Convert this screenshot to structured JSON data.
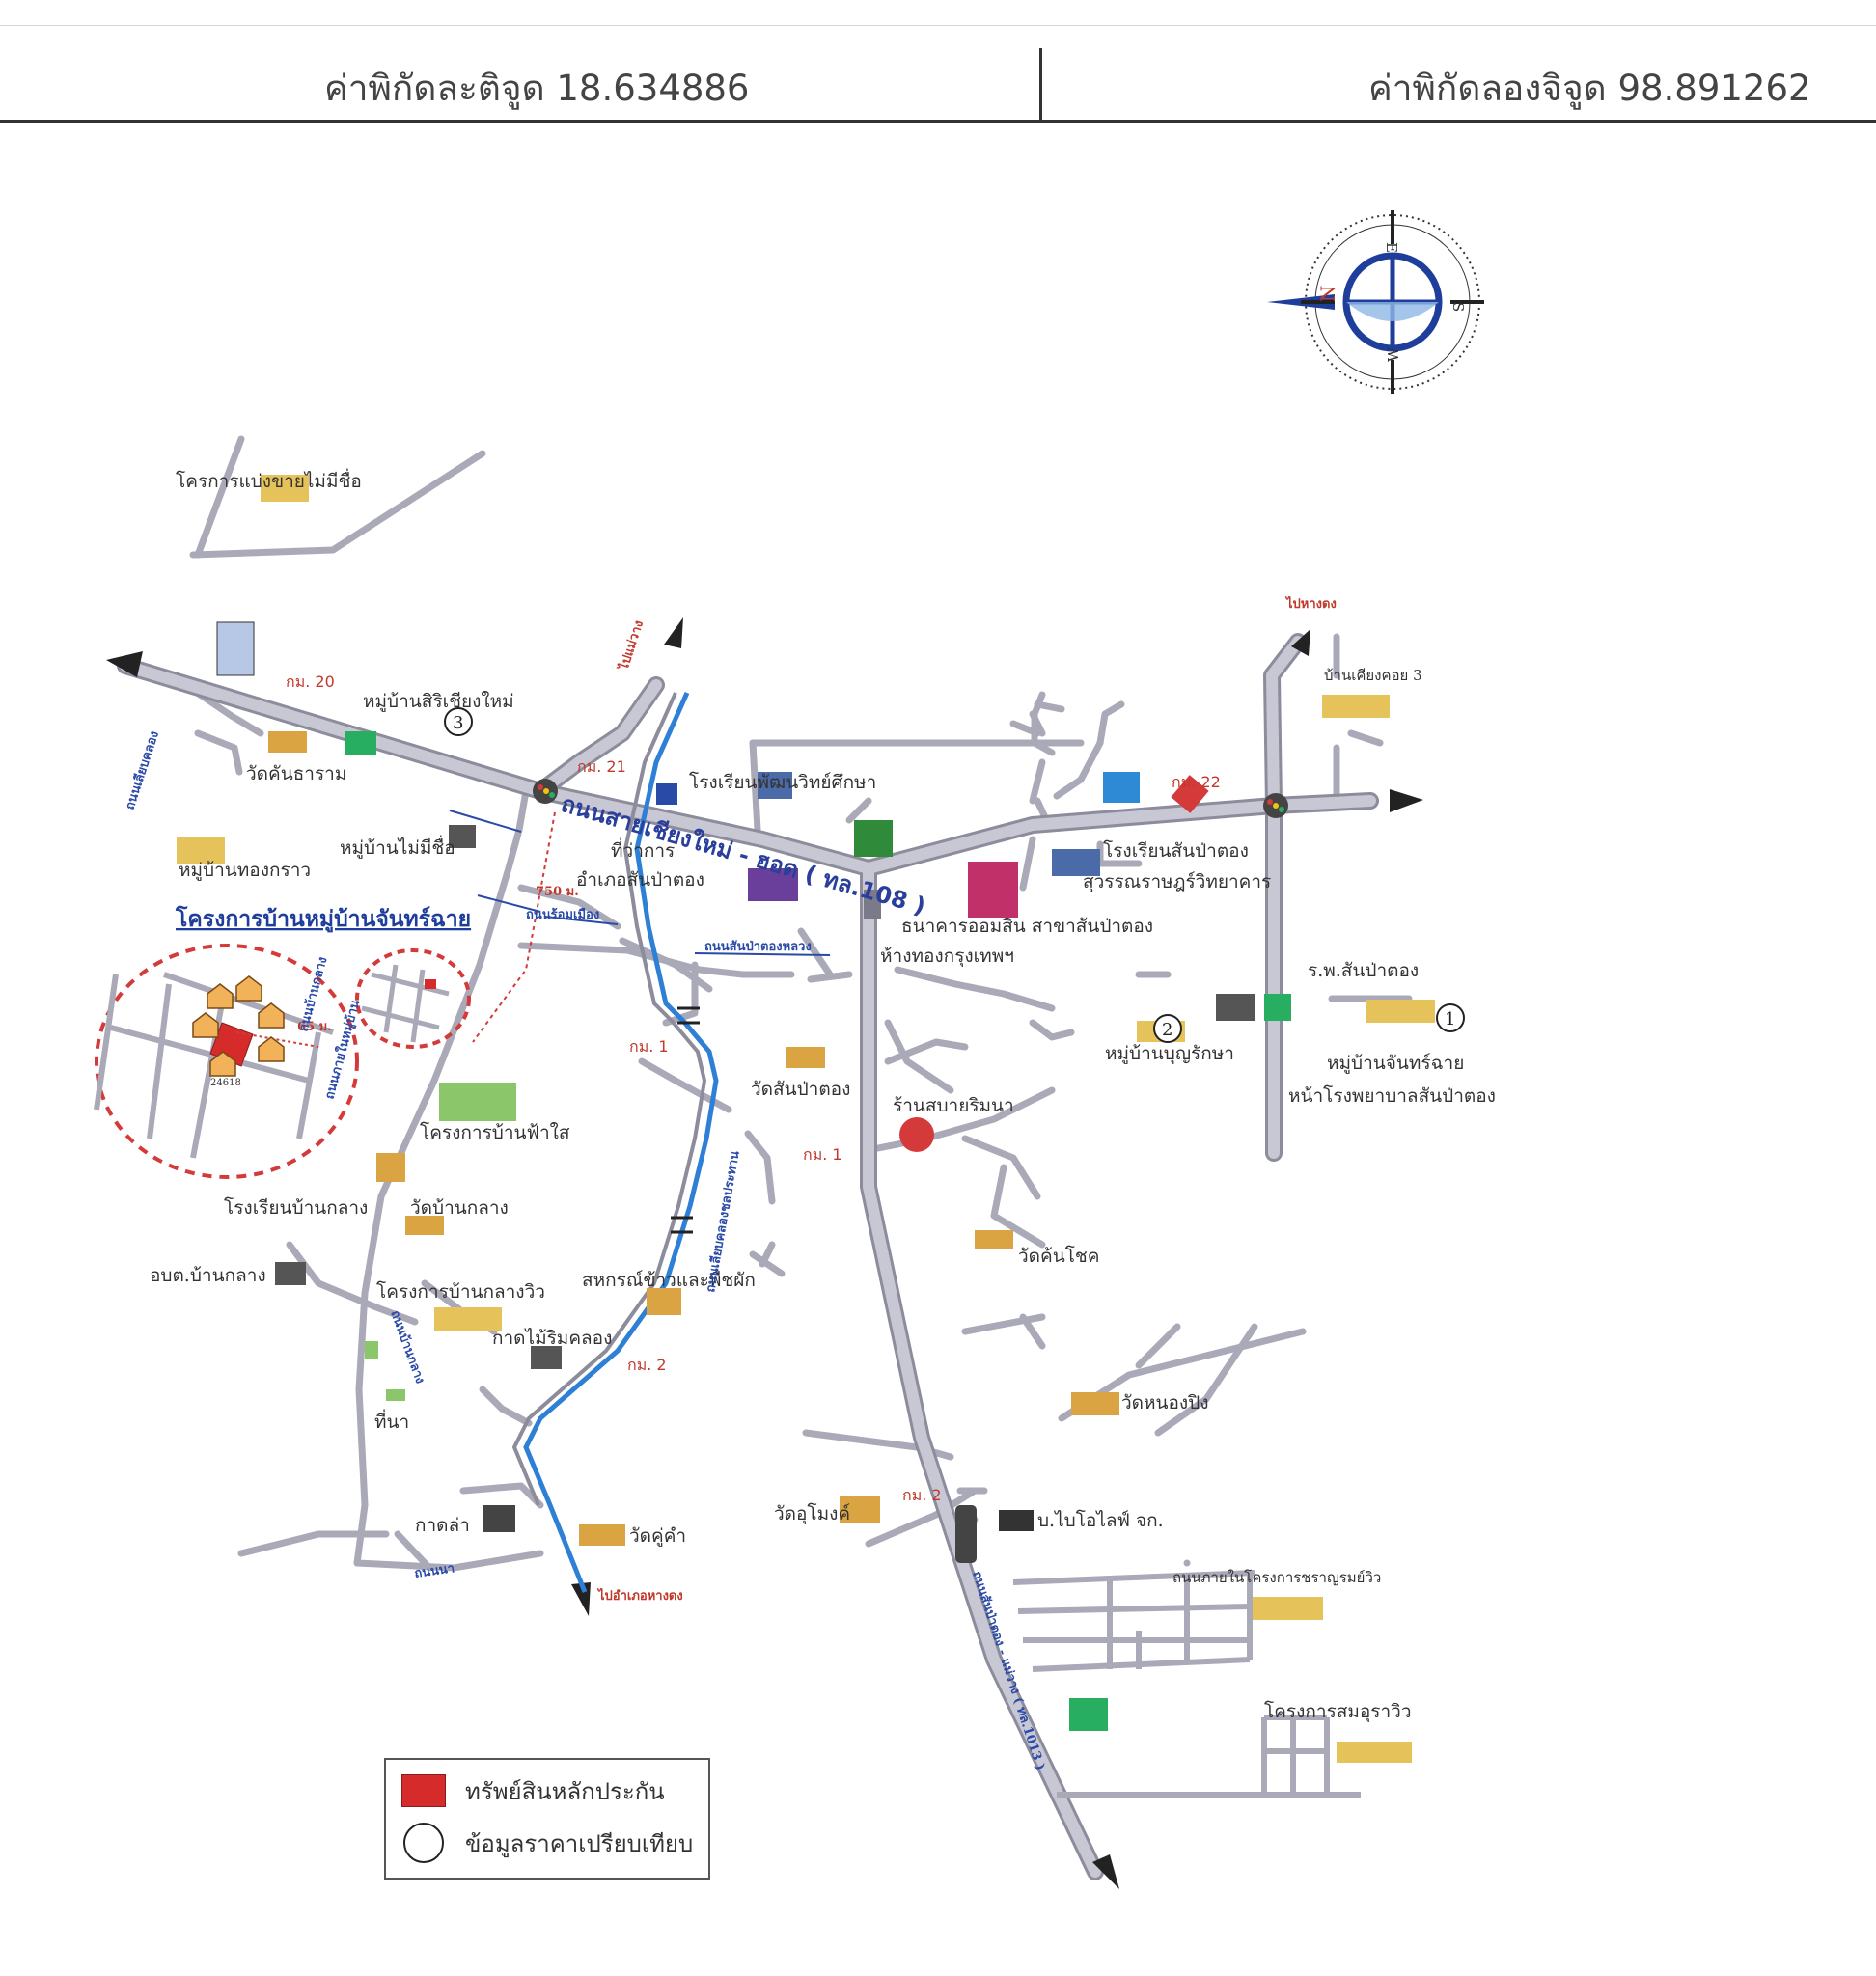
{
  "header": {
    "latitude_label": "ค่าพิกัดละติจูด 18.634886",
    "longitude_label": "ค่าพิกัดลองจิจูด 98.891262"
  },
  "compass": {
    "n": "N",
    "e": "E",
    "s": "S",
    "w": "W"
  },
  "places": {
    "p_nameless_plot": "โครการแบ่งขายไม่มีชื่อ",
    "p_ban_sirichiangmai": "หมู่บ้านสิริเชียงใหม่",
    "p_wat_khantharam": "วัดคันธาราม",
    "p_ban_mai_mi_chue": "หมู่บ้านไม่มีชื่อ",
    "p_ban_thong_krao": "หมู่บ้านทองกราว",
    "p_project_title": "โครงการบ้านหมู่บ้านจันทร์ฉาย",
    "p_school_pattana": "โรงเรียนพัฒนวิทย์ศึกษา",
    "p_district_office": "ที่ว่าการ",
    "p_district_name": "อำเภอสันป่าตอง",
    "p_gsb_bank": "ธนาคารออมสิน สาขาสันป่าตอง",
    "p_gold_shop": "ห้างทองกรุงเทพฯ",
    "p_school_sanpatong": "โรงเรียนสันป่าตอง",
    "p_school_suwan": "สุวรรณราษฎร์วิทยาคาร",
    "p_ban_chiang_khoi": "บ้านเคียงคอย 3",
    "p_hospital": "ร.พ.สันป่าตอง",
    "p_ban_bunruksa": "หมู่บ้านบุญรักษา",
    "p_ban_chan_chai": "หมู่บ้านจันทร์ฉาย",
    "p_front_hospital": "หน้าโรงพยาบาลสันป่าตอง",
    "p_ban_fa_sai": "โครงการบ้านฟ้าใส",
    "p_wat_sanpatong": "วัดสันป่าตอง",
    "p_shop_sabai": "ร้านสบายริมนา",
    "p_school_ban_klang": "โรงเรียนบ้านกลาง",
    "p_wat_ban_klang": "วัดบ้านกลาง",
    "p_obt_ban_klang": "อบต.บ้านกลาง",
    "p_ban_klang_view": "โครงการบ้านกลางวิว",
    "p_coop_rice": "สหกรณ์ข้าวและพืชผัก",
    "p_kad_mai": "กาดไม้ริมคลอง",
    "p_wat_khan_chok": "วัดค้นโชค",
    "p_wat_nong_ping": "วัดหนองปิง",
    "p_tina": "ที่นา",
    "p_kad_la": "กาดล่า",
    "p_wat_khu_kham": "วัดคู่คำ",
    "p_wat_umueng": "วัดอุโมงค์",
    "p_bio_company": "บ.ไบโอไลฟ์ จก.",
    "p_inner_road": "ถนนภายในโครงการชราญรมย์วิว",
    "p_samo_view": "โครงการสมอุราวิว"
  },
  "km_markers": {
    "km20": "กม. 20",
    "km21": "กม. 21",
    "km22": "กม. 22",
    "km1_a": "กม. 1",
    "km1_b": "กม. 1",
    "km2_a": "กม. 2",
    "km2_b": "กม. 2"
  },
  "roads": {
    "main_road": "ถนนสายเชียงใหม่ - ฮอด ( ทล.108 )",
    "to_mae_wang": "ไปแม่วาง",
    "to_hang_dong": "ไปหางดง",
    "to_amphoe_hang_dong": "ไปอำเภอหางดง",
    "rim_canal_west": "ถนนเลียบคลอง",
    "road_750": "750 ม.",
    "road_around_city": "ถนนร้อมเมือง",
    "road_sanpatong_luang": "ถนนสันป่าตองหลวง",
    "distance_65": "65 ม.",
    "plot_id": "24618",
    "road_canal_side": "ถนนเลียบคลองชลประทาน",
    "road_ban_klang": "ถนนบ้านกลาง",
    "road_sanpatong_maewang": "ถนนสันป่าตอง - แม่วาง ( ทล.1013 )",
    "road_village_inner": "ถนนภายในหมู่บ้าน",
    "road_tina": "ถนนนา",
    "road_river_b": "ถนนบ้านกลาง"
  },
  "markers": {
    "m1": "1",
    "m2": "2",
    "m3": "3"
  },
  "legend": {
    "collateral": "ทรัพย์สินหลักประกัน",
    "comparison": "ข้อมูลราคาเปรียบเทียบ"
  },
  "colors": {
    "road_fill": "#c8c8d4",
    "road_edge": "#8c8c9c",
    "canal": "#2e7fd6",
    "collateral": "#d52b2b",
    "circle_dash": "#d43a3a",
    "route_line": "#2a4aa8"
  }
}
